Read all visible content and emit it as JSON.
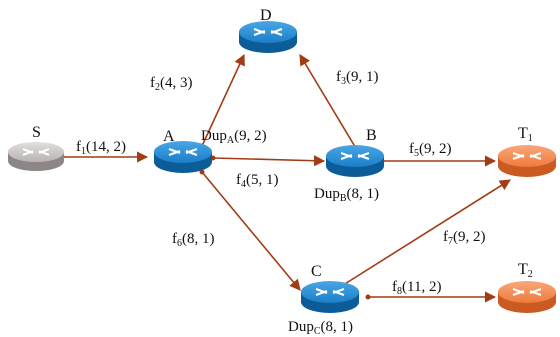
{
  "colors": {
    "edge": "#a33c14",
    "router_blue": "#1a7fc8",
    "router_blue_dark": "#0c5c98",
    "router_grey": "#b9b3b3",
    "router_grey_dark": "#8d8686",
    "router_orange": "#f07a3c",
    "router_orange_dark": "#c95a22"
  },
  "nodes": {
    "S": {
      "label": "S",
      "icon": "router-grey-icon"
    },
    "A": {
      "label": "A",
      "icon": "router-blue-icon"
    },
    "B": {
      "label": "B",
      "icon": "router-blue-icon"
    },
    "C": {
      "label": "C",
      "icon": "router-blue-icon"
    },
    "D": {
      "label": "D",
      "icon": "router-blue-icon"
    },
    "T1": {
      "label": "T",
      "sub": "1",
      "icon": "router-orange-icon"
    },
    "T2": {
      "label": "T",
      "sub": "2",
      "icon": "router-orange-icon"
    }
  },
  "edges": {
    "f1": {
      "name": "f",
      "sub": "1",
      "params": "(14, 2)",
      "from": "S",
      "to": "A"
    },
    "f2": {
      "name": "f",
      "sub": "2",
      "params": "(4, 3)",
      "from": "A",
      "to": "D"
    },
    "f3": {
      "name": "f",
      "sub": "3",
      "params": "(9, 1)",
      "from": "B",
      "to": "D"
    },
    "f4": {
      "name": "f",
      "sub": "4",
      "params": "(5, 1)",
      "from": "A",
      "to": "B"
    },
    "f5": {
      "name": "f",
      "sub": "5",
      "params": "(9, 2)",
      "from": "B",
      "to": "T1"
    },
    "f6": {
      "name": "f",
      "sub": "6",
      "params": "(8, 1)",
      "from": "A",
      "to": "C"
    },
    "f7": {
      "name": "f",
      "sub": "7",
      "params": "(9, 2)",
      "from": "C",
      "to": "T1"
    },
    "f8": {
      "name": "f",
      "sub": "8",
      "params": "(11, 2)",
      "from": "C",
      "to": "T2"
    }
  },
  "dups": {
    "A": {
      "name": "Dup",
      "sub": "A",
      "params": "(9, 2)"
    },
    "B": {
      "name": "Dup",
      "sub": "B",
      "params": "(8, 1)"
    },
    "C": {
      "name": "Dup",
      "sub": "C",
      "params": "(8, 1)"
    }
  }
}
